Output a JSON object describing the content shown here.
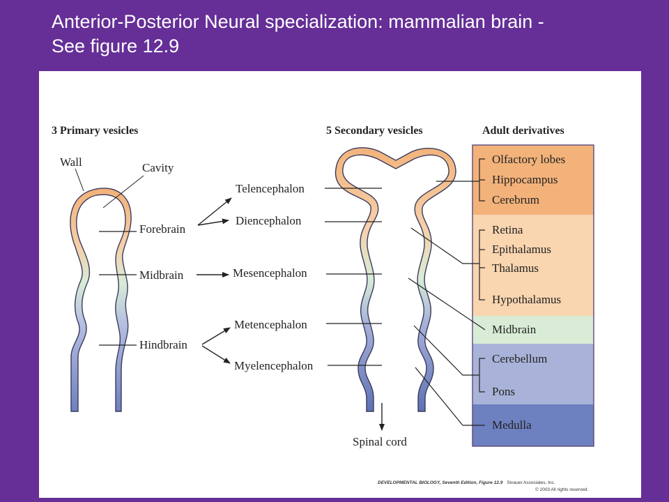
{
  "title": {
    "line1": "Anterior-Posterior Neural specialization: mammalian brain -",
    "line2": "See figure 12.9"
  },
  "figure": {
    "primary_header": "3 Primary vesicles",
    "secondary_header": "5 Secondary vesicles",
    "adult_header": "Adult derivatives",
    "primary_labels": {
      "wall": "Wall",
      "cavity": "Cavity",
      "forebrain": "Forebrain",
      "midbrain": "Midbrain",
      "hindbrain": "Hindbrain"
    },
    "secondary_labels": {
      "telencephalon": "Telencephalon",
      "diencephalon": "Diencephalon",
      "mesencephalon": "Mesencephalon",
      "metencephalon": "Metencephalon",
      "myelencephalon": "Myelencephalon",
      "spinal_cord": "Spinal cord"
    },
    "adult_derivatives": {
      "olfactory_lobes": "Olfactory lobes",
      "hippocampus": "Hippocampus",
      "cerebrum": "Cerebrum",
      "retina": "Retina",
      "epithalamus": "Epithalamus",
      "thalamus": "Thalamus",
      "hypothalamus": "Hypothalamus",
      "midbrain": "Midbrain",
      "cerebellum": "Cerebellum",
      "pons": "Pons",
      "medulla": "Medulla"
    },
    "credit_line1_bold": "DEVELOPMENTAL BIOLOGY, Seventh Edition, Figure 12.9",
    "credit_line1_rest": "Sinauer Associates, Inc.",
    "credit_line2": "© 2003 All rights reserved."
  },
  "colors": {
    "background": "#652f97",
    "forebrain_orange": "#f2b27a",
    "forebrain_light": "#f9d5b0",
    "midbrain_green": "#d8ecd6",
    "hindbrain_light": "#a9b3d9",
    "hindbrain_dark": "#6d80bf",
    "box_stroke": "#5a4a7a"
  }
}
